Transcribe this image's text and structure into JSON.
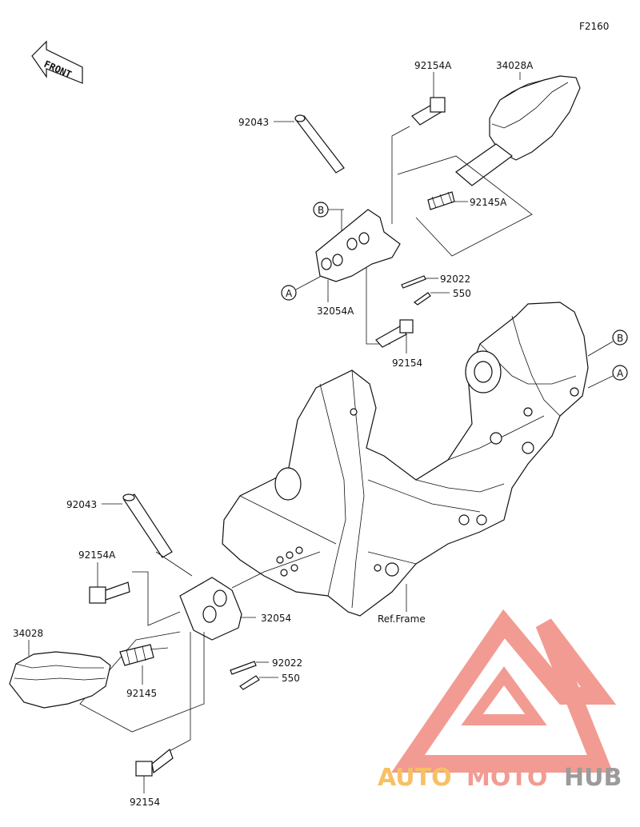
{
  "diagram_code": "F2160",
  "front_label": "FRONT",
  "ref_frame_label": "Ref.Frame",
  "parts": {
    "p92154A_upper": "92154A",
    "p34028A": "34028A",
    "p92043_upper": "92043",
    "p92145A": "92145A",
    "p92022_upper": "92022",
    "p550_upper": "550",
    "p32054A": "32054A",
    "p92154_upper": "92154",
    "p92043_lower": "92043",
    "p92154A_lower": "92154A",
    "p34028": "34028",
    "p32054": "32054",
    "p92022_lower": "92022",
    "p550_lower": "550",
    "p92145": "92145",
    "p92154_lower": "92154"
  },
  "markers": {
    "a_upper": "A",
    "b_upper": "B",
    "a_right": "A",
    "b_right": "B"
  },
  "watermark": {
    "word1": "AUTO",
    "word2": "MOTO",
    "word3": "HUB",
    "color_primary": "#f08a7f",
    "color_secondary": "#f6b64a",
    "color_dark": "#8a8a8a"
  }
}
